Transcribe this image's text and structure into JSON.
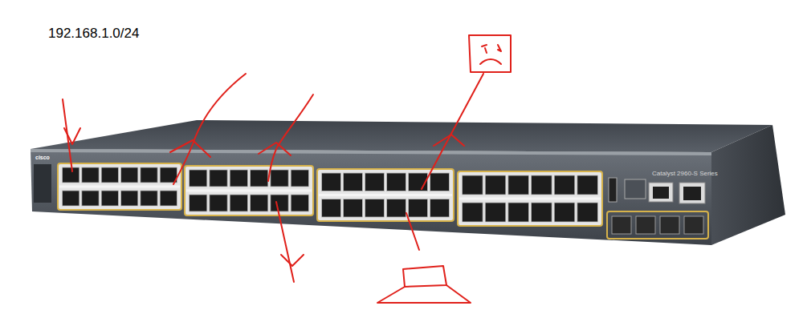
{
  "diagram": {
    "labels": [
      "192.168.1.0/24",
      "Catalyst 2960-S Series",
      "cisco"
    ]
  }
}
